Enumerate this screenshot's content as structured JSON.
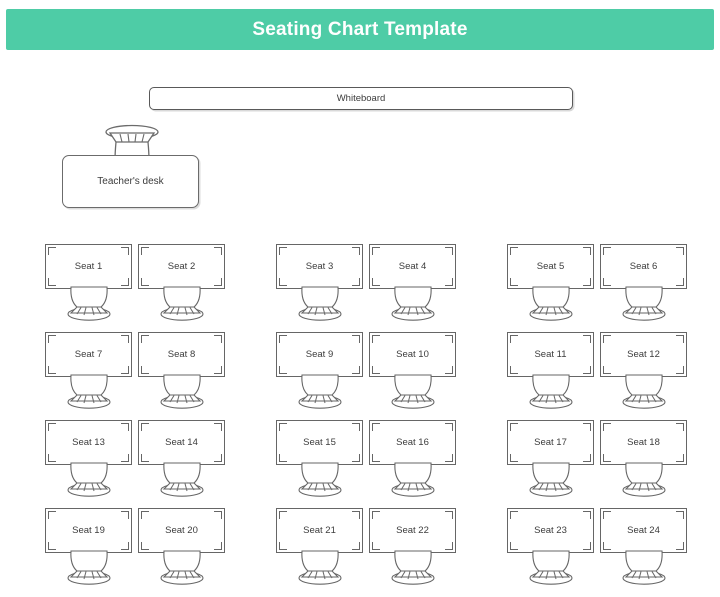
{
  "header": {
    "title": "Seating Chart Template",
    "background_color": "#4ecca6",
    "text_color": "#ffffff"
  },
  "room": {
    "whiteboard": {
      "label": "Whiteboard"
    },
    "teacher": {
      "desk_label": "Teacher's desk",
      "chair_icon": "chair-top-view-icon"
    }
  },
  "seating": {
    "rows": 4,
    "columns": 3,
    "seats_per_group": 2,
    "total_seats": 24,
    "outline_color": "#666666",
    "label_color": "#3c3c3c",
    "grid": [
      [
        {
          "labels": [
            "Seat 1",
            "Seat 2"
          ]
        },
        {
          "labels": [
            "Seat 3",
            "Seat 4"
          ]
        },
        {
          "labels": [
            "Seat 5",
            "Seat 6"
          ]
        }
      ],
      [
        {
          "labels": [
            "Seat 7",
            "Seat 8"
          ]
        },
        {
          "labels": [
            "Seat 9",
            "Seat 10"
          ]
        },
        {
          "labels": [
            "Seat 11",
            "Seat 12"
          ]
        }
      ],
      [
        {
          "labels": [
            "Seat 13",
            "Seat 14"
          ]
        },
        {
          "labels": [
            "Seat 15",
            "Seat 16"
          ]
        },
        {
          "labels": [
            "Seat 17",
            "Seat 18"
          ]
        }
      ],
      [
        {
          "labels": [
            "Seat 19",
            "Seat 20"
          ]
        },
        {
          "labels": [
            "Seat 21",
            "Seat 22"
          ]
        },
        {
          "labels": [
            "Seat 23",
            "Seat 24"
          ]
        }
      ]
    ]
  }
}
